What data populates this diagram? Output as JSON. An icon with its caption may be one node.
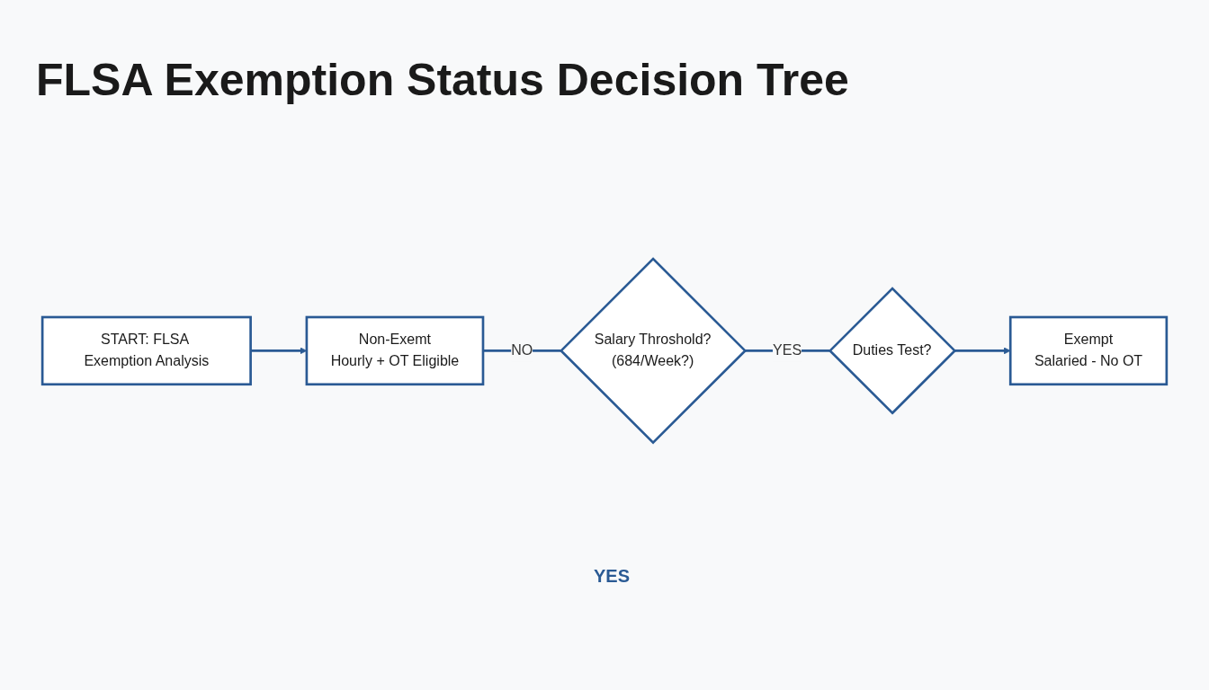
{
  "diagram": {
    "title": "FLSA Exemption Status Decision Tree",
    "nodes": [
      {
        "text": [
          "START: FLSA Exemption Analysis"
        ]
      },
      {
        "text": [
          "Non-Exemt",
          "Hourly + OT Eligible"
        ]
      },
      {
        "text": [
          "Salary Throshold?",
          "(684/Week?)"
        ]
      },
      {
        "text": [
          "Duties Test?"
        ]
      },
      {
        "text": [
          "Exempt",
          "Salaried - No OT"
        ]
      }
    ],
    "edges": [
      {
        "from": 0,
        "to": 1,
        "arrow": "to"
      },
      {
        "from": 1,
        "to": 2,
        "arrow": "none",
        "label": "NO"
      },
      {
        "from": 2,
        "to": 3,
        "arrow": "none",
        "label": "YES"
      },
      {
        "from": 3,
        "to": 4,
        "arrow": "to"
      }
    ],
    "labels": [
      "YES"
    ]
  }
}
